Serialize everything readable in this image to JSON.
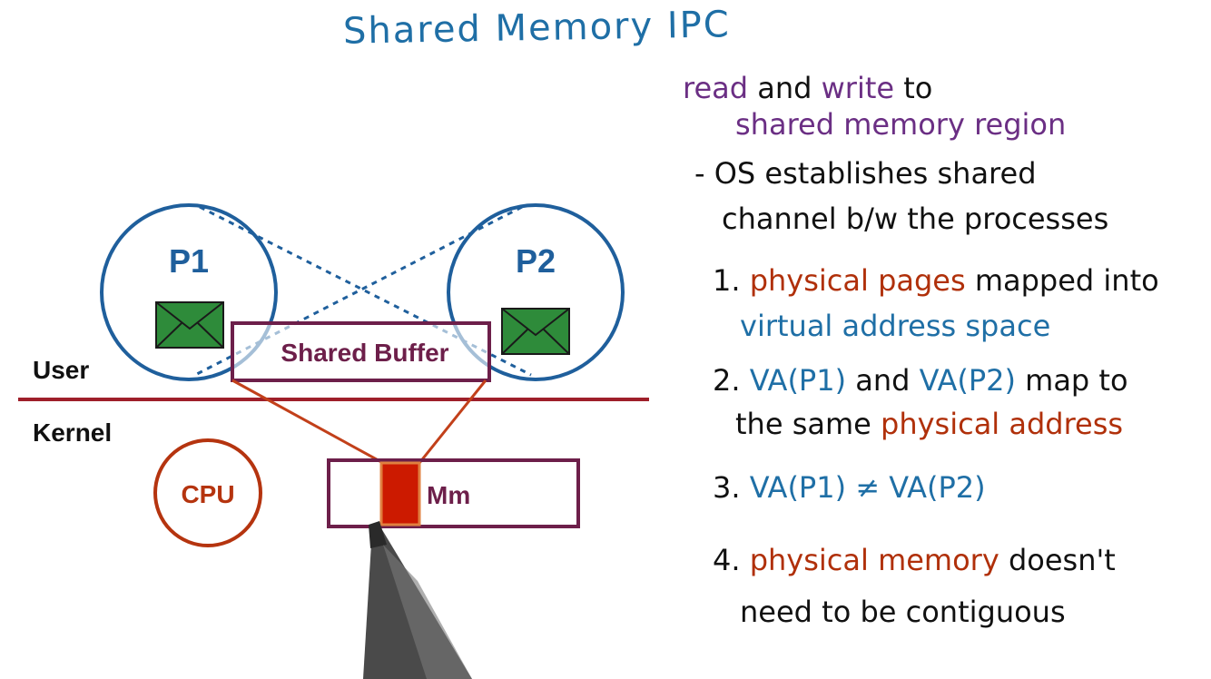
{
  "title": "Shared Memory IPC",
  "diagram": {
    "p1": "P1",
    "p2": "P2",
    "shared_buffer": "Shared Buffer",
    "user": "User",
    "kernel": "Kernel",
    "cpu": "CPU",
    "mm": "Mm",
    "colors": {
      "process_circle": "#1f5f9c",
      "buffer": "#6d1f4a",
      "divider": "#9e1f2a",
      "cpu": "#b5340f",
      "memory_block": "#cc1a00",
      "envelope": "#2e8b3a"
    }
  },
  "notes": {
    "line1": {
      "a": "read",
      "b": " and ",
      "c": "write",
      "d": " to"
    },
    "line2": "shared memory region",
    "line3": "- OS establishes shared",
    "line4": "channel b/w the processes",
    "item1": {
      "num": "1.",
      "a": "physical pages",
      "b": " mapped into"
    },
    "item1b": "virtual address space",
    "item2": {
      "num": "2.",
      "a": "VA(P1)",
      "b": " and ",
      "c": "VA(P2)",
      "d": " map to"
    },
    "item2b": {
      "a": "the same ",
      "b": "physical address"
    },
    "item3": {
      "num": "3.",
      "a": "VA(P1) ≠ VA(P2)"
    },
    "item4": {
      "num": "4.",
      "a": "physical memory",
      "b": " doesn't"
    },
    "item4b": "need to be contiguous"
  }
}
